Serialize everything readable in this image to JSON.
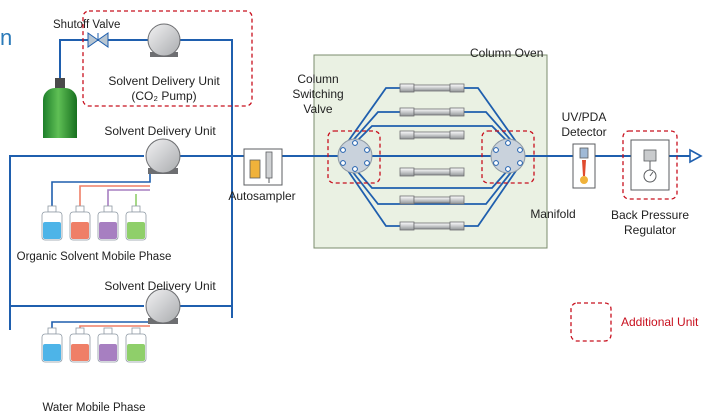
{
  "colors": {
    "line": "#1f5fae",
    "dash": "#c8101e",
    "oven_fill": "#eaf1e3",
    "oven_stroke": "#7b8c6c",
    "pump_fill": "#d9dadc",
    "cylinder": "#2e9b38",
    "legend_text": "#c8101e",
    "title_fragment": "#2a7ab9"
  },
  "title_fragment": "n",
  "labels": {
    "shutoff_valve": "Shutoff Valve",
    "sdu_co2_line1": "Solvent Delivery Unit",
    "sdu_co2_line2": "(CO₂ Pump)",
    "sdu_organic": "Solvent Delivery Unit",
    "sdu_water": "Solvent Delivery Unit",
    "organic_phase": "Organic Solvent Mobile Phase",
    "water_phase": "Water Mobile Phase",
    "autosampler": "Autosampler",
    "column_oven": "Column Oven",
    "switching_valve_line1": "Column",
    "switching_valve_line2": "Switching",
    "switching_valve_line3": "Valve",
    "manifold": "Manifold",
    "detector_line1": "UV/PDA",
    "detector_line2": "Detector",
    "bpr_line1": "Back Pressure",
    "bpr_line2": "Regulator",
    "additional_unit": "Additional Unit"
  },
  "icons": {
    "cylinder": "co2-cylinder-icon",
    "shutoff_valve": "valve-icon",
    "pump": "pump-icon",
    "bottle": "solvent-bottle-icon",
    "autosampler": "autosampler-icon",
    "column": "column-icon",
    "switching_valve": "switching-valve-icon",
    "detector": "detector-icon",
    "bpr": "back-pressure-regulator-icon",
    "outlet_arrow": "outlet-arrow-icon"
  },
  "bottle_colors": [
    "#4db4e8",
    "#ef7f67",
    "#a77fc1",
    "#8fcf6a"
  ],
  "column_count": 6
}
